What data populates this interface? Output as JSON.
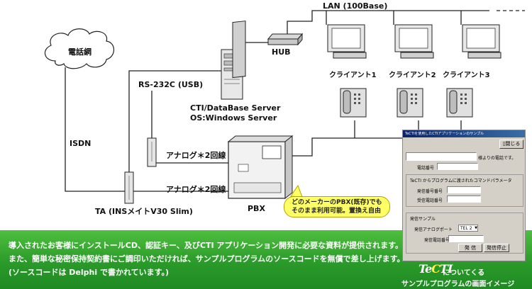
{
  "labels": {
    "phone_network": "電話網",
    "isdn": "ISDN",
    "rs232c": "RS-232C (USB)",
    "hub": "HUB",
    "lan": "LAN (100Base)",
    "server_line1": "CTI/DataBase Server",
    "server_line2": "OS:Windows Server",
    "client1": "クライアント1",
    "client2": "クライアント2",
    "client3": "クライアント3",
    "analog_top": "アナログ＊2回線",
    "analog_bottom": "アナログ＊2回線",
    "pbx": "PBX",
    "ta": "TA (INSメイトV30 Slim)",
    "note_line1": "どのメーカーのPBX(既存)でも",
    "note_line2": "そのまま利用可能。置換え自由"
  },
  "band": {
    "line1": "導入されたお客様にインストールCD、認証キー、及びCTI アプリケーション開発に必要な資料が提供されます。",
    "line2": "また、簡単な秘密保持契約書にご調印いただければ、サンプルプログラムのソースコードを無償で差し上げます。",
    "line3": "(ソースコードは Delphi で書かれています。)",
    "brand_logo_a": "Te",
    "brand_logo_b": "C",
    "brand_logo_c": "TI",
    "brand_text1": "についてくる",
    "brand_text2": "サンプルプログラムの画面イメージ"
  },
  "dialog": {
    "title": "TeCTIを使用したCTIアプリケーションのサンプル",
    "close_label": "閉じる",
    "caller_suffix": "様よりの電話です。",
    "phone_number_label": "電話番号",
    "group1_title": "TeCTI からプログラムに渡されたコマンドパラメータ",
    "source_number_label": "発信番号番号",
    "receive_number_label": "受信電話番号",
    "group2_title": "発信サンプル",
    "analog_port_label": "発信アナログポート",
    "port_value": "TEL 2",
    "dial_number_label": "発信電話番号",
    "dial_button": "発 信",
    "stop_button": "発信停止"
  }
}
